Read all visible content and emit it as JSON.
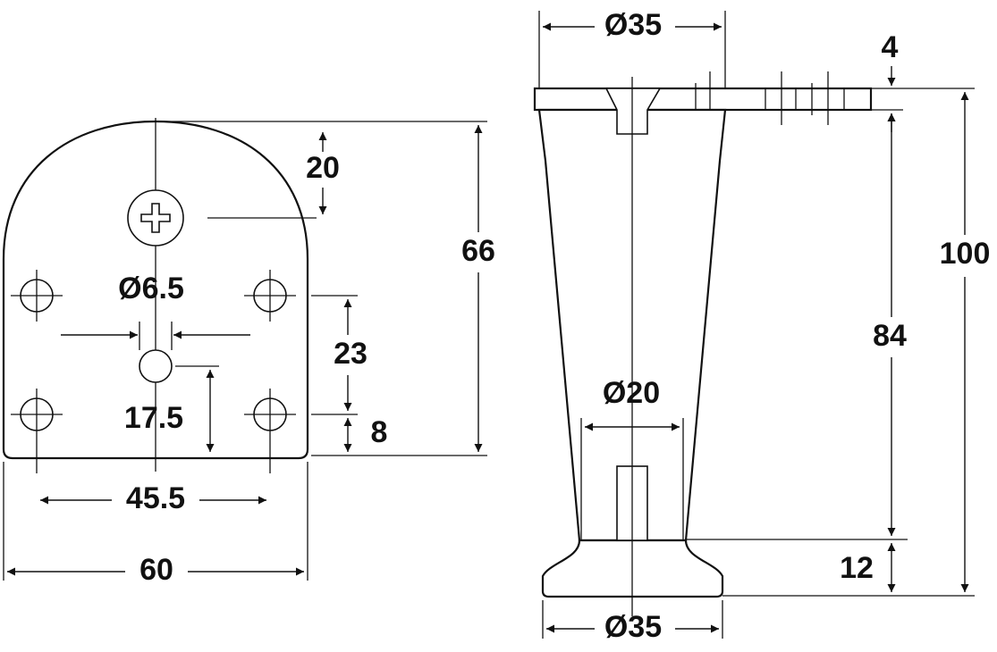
{
  "drawing": {
    "dimensions": {
      "plate_top_to_screw": "20",
      "plate_height": "66",
      "screw_hole_dia": "Ø6.5",
      "hole_pitch_vertical": "23",
      "centre_hole_offset": "17.5",
      "bottom_hole_offset": "8",
      "hole_pitch_horizontal": "45.5",
      "plate_width": "60",
      "leg_top_dia": "Ø35",
      "flange_thickness": "4",
      "leg_height": "100",
      "body_height": "84",
      "foot_dia": "Ø20",
      "glide_height": "12",
      "glide_dia": "Ø35"
    }
  }
}
